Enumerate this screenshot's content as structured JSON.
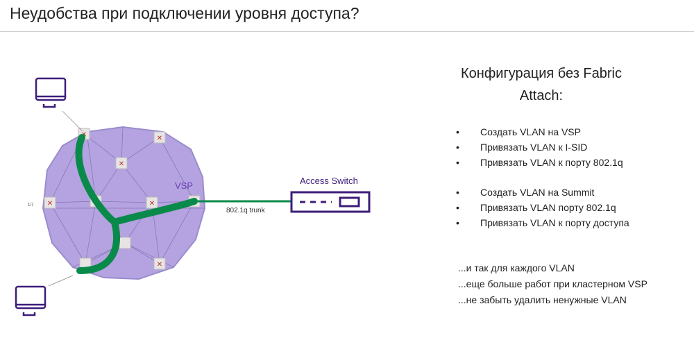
{
  "title": "Неудобства при подключении уровня доступа?",
  "diagram": {
    "vsp_label": "VSP",
    "trunk_label": "802.1q trunk",
    "access_switch_label": "Access Switch",
    "port_label": "1/7",
    "colors": {
      "fabric": "#b4a3e0",
      "path": "#0a8a4a",
      "device": "#3d1c7a"
    }
  },
  "right": {
    "heading_line1": "Конфигурация без Fabric",
    "heading_line2": "Attach:",
    "vsp_steps": [
      "Создать VLAN на VSP",
      "Привязать VLAN к I-SID",
      "Привязать VLAN к порту 802.1q"
    ],
    "summit_steps": [
      "Создать VLAN на Summit",
      "Привязать VLAN порту 802.1q",
      "Привязать VLAN к порту доступа"
    ],
    "notes": [
      "...и так для каждого VLAN",
      "...еще больше работ при кластерном VSP",
      "...не забыть удалить ненужные VLAN"
    ]
  }
}
